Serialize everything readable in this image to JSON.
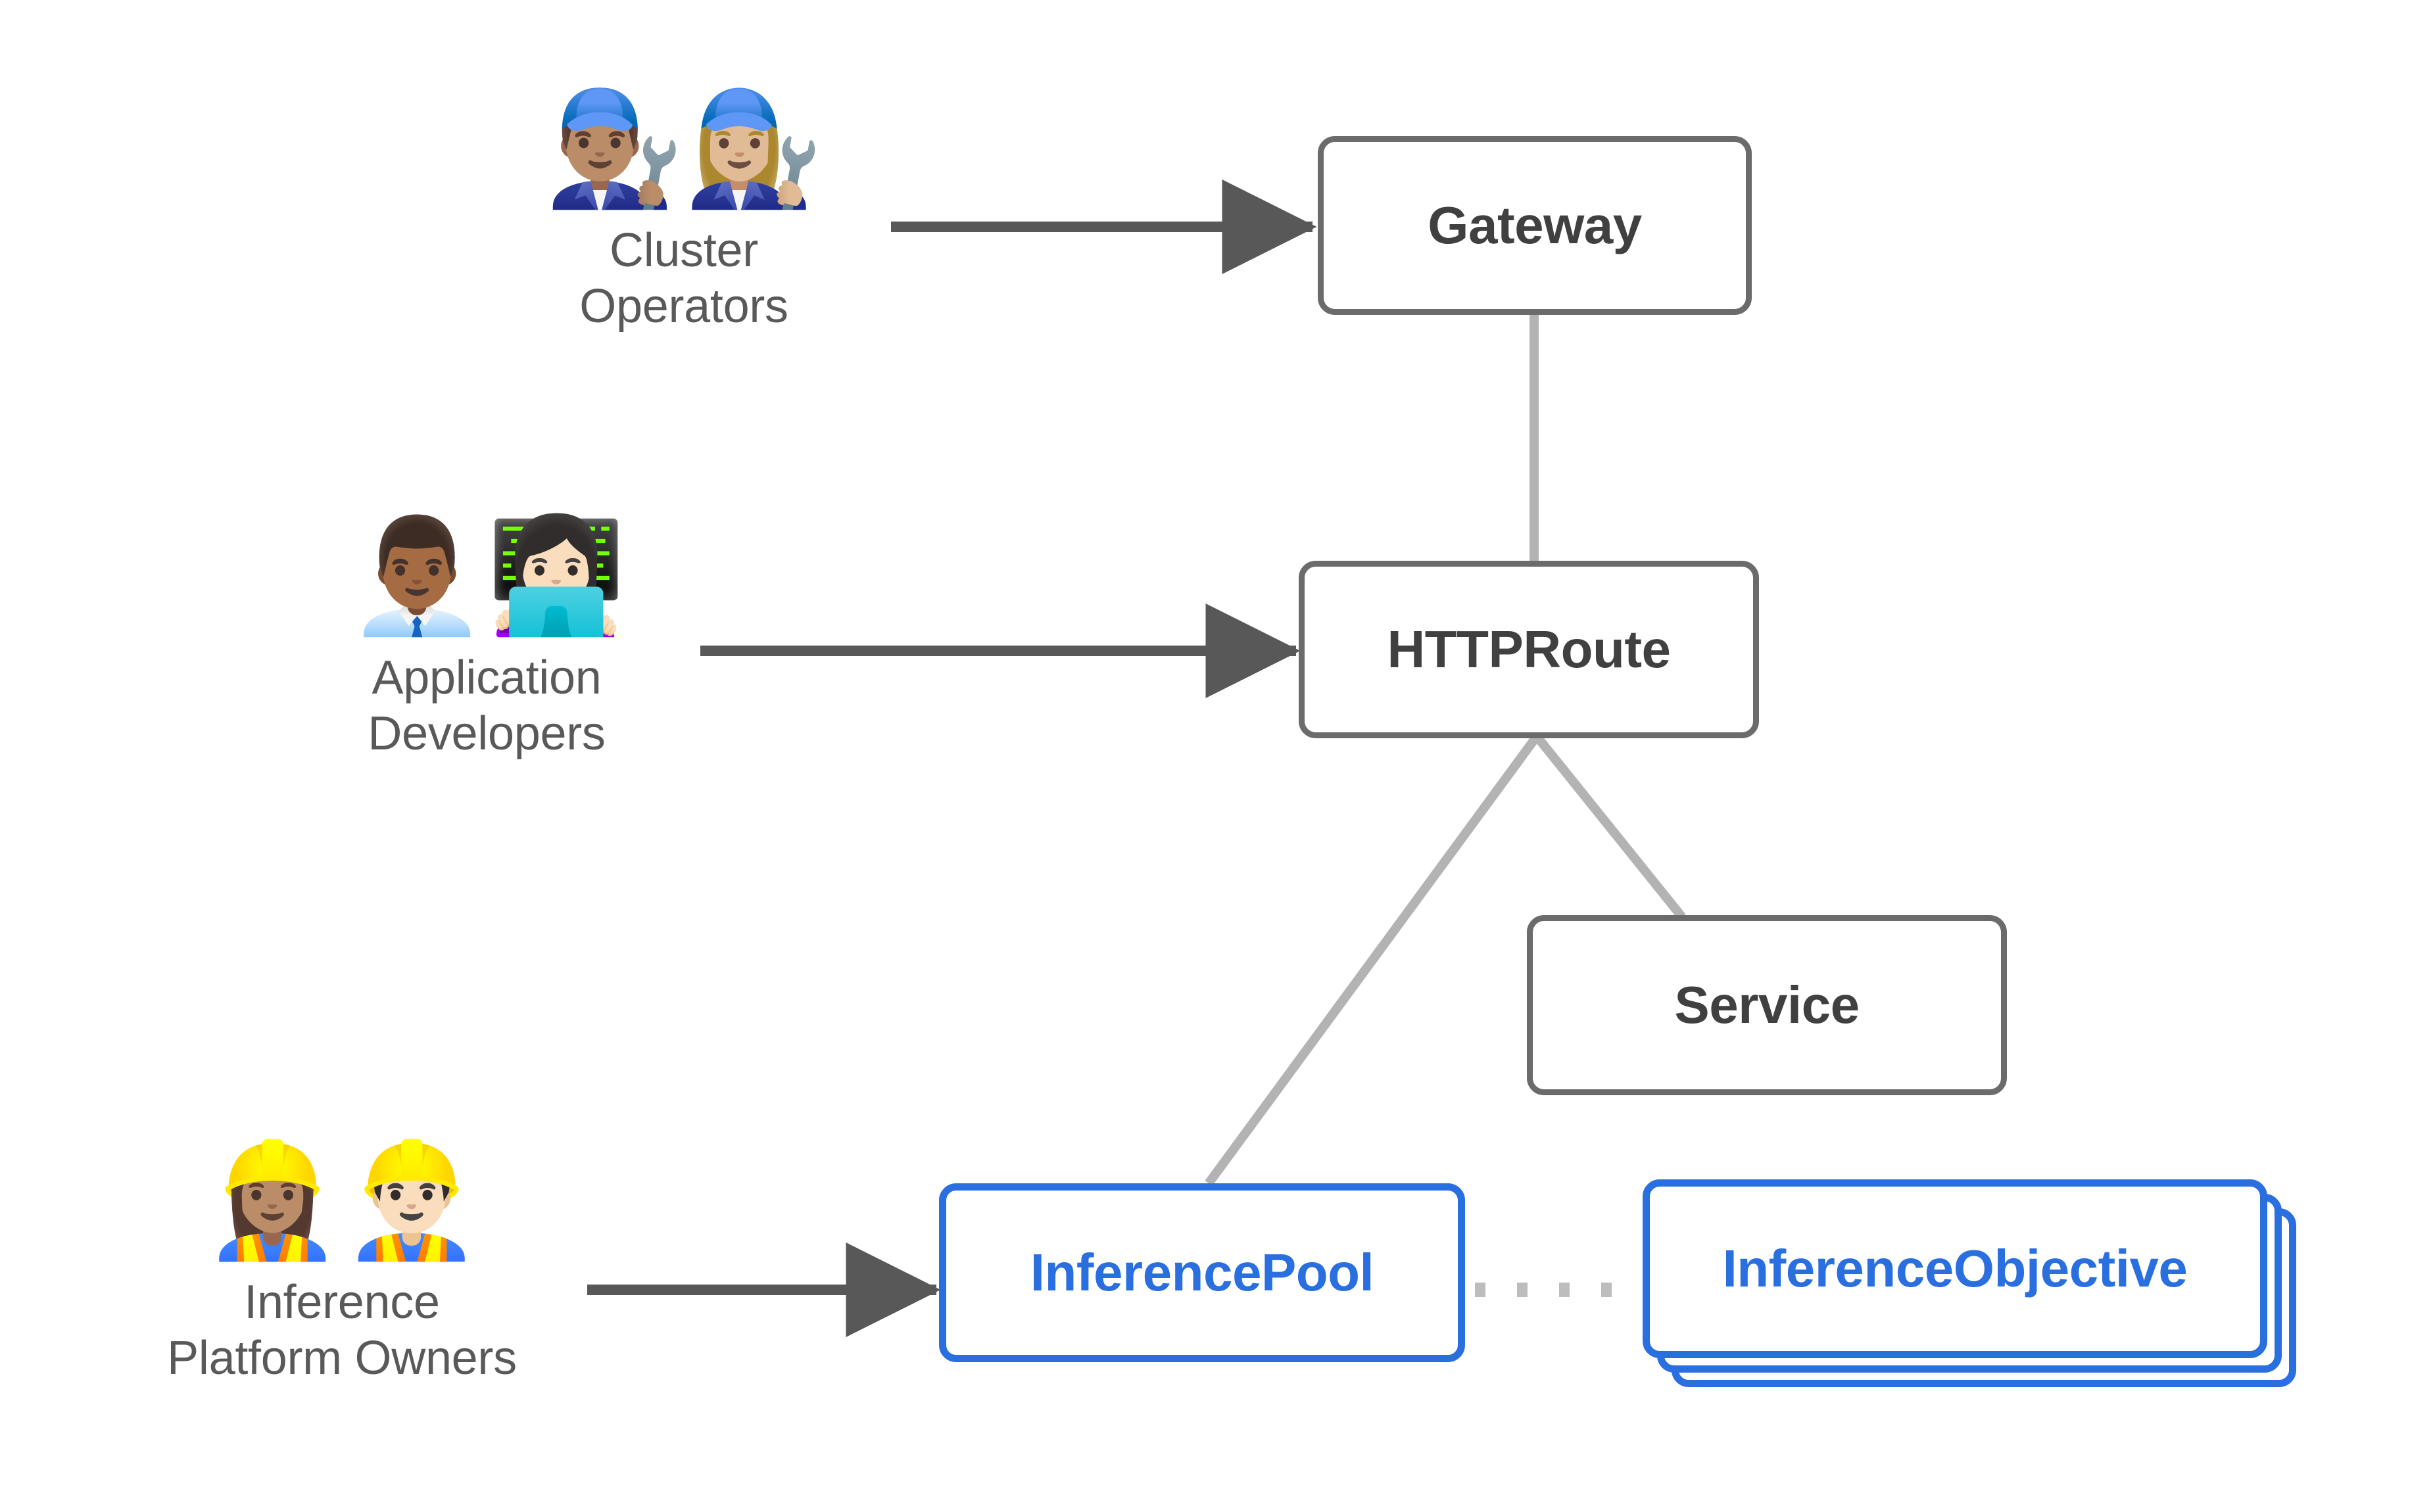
{
  "diagram": {
    "title": "Gateway API Inference Extension resource model",
    "background_color": "#ffffff",
    "colors": {
      "box_gray_border": "#6b6b6b",
      "box_gray_text": "#404040",
      "box_blue_border": "#2a6fe0",
      "box_blue_text": "#2a6fe0",
      "arrow_dark": "#585858",
      "link_light_gray": "#b3b3b3",
      "dotted_link": "#bdbdbd",
      "label_gray": "#595959"
    }
  },
  "personas": [
    {
      "id": "cluster-operators",
      "label": "Cluster\nOperators",
      "emojis": [
        "👨🏽‍🔧",
        "👩🏼‍🔧"
      ],
      "emoji_names": [
        "man-mechanic-icon",
        "woman-mechanic-icon"
      ],
      "targets": "Gateway"
    },
    {
      "id": "application-developers",
      "label": "Application\nDevelopers",
      "emojis": [
        "👨🏾‍💼",
        "👩🏻‍💻"
      ],
      "emoji_names": [
        "man-office-worker-icon",
        "woman-technologist-icon"
      ],
      "targets": "HTTPRoute"
    },
    {
      "id": "inference-platform-owners",
      "label": "Inference\nPlatform Owners",
      "emojis": [
        "👷🏽‍♀️",
        "👷🏻‍♂️"
      ],
      "emoji_names": [
        "woman-construction-worker-icon",
        "man-construction-worker-icon"
      ],
      "targets": "InferencePool"
    }
  ],
  "nodes": [
    {
      "id": "gateway",
      "label": "Gateway",
      "style": "gray"
    },
    {
      "id": "httproute",
      "label": "HTTPRoute",
      "style": "gray"
    },
    {
      "id": "service",
      "label": "Service",
      "style": "gray"
    },
    {
      "id": "inferencepool",
      "label": "InferencePool",
      "style": "blue"
    },
    {
      "id": "inferenceobjective",
      "label": "InferenceObjective",
      "style": "blue",
      "stacked": true,
      "stack_count": 3
    }
  ],
  "edges": [
    {
      "from": "cluster-operators",
      "to": "gateway",
      "style": "solid-arrow"
    },
    {
      "from": "application-developers",
      "to": "httproute",
      "style": "solid-arrow"
    },
    {
      "from": "inference-platform-owners",
      "to": "inferencepool",
      "style": "solid-arrow"
    },
    {
      "from": "gateway",
      "to": "httproute",
      "style": "plain-line"
    },
    {
      "from": "httproute",
      "to": "inferencepool",
      "style": "plain-line"
    },
    {
      "from": "httproute",
      "to": "service",
      "style": "plain-line"
    },
    {
      "from": "inferencepool",
      "to": "inferenceobjective",
      "style": "dotted-line"
    }
  ]
}
